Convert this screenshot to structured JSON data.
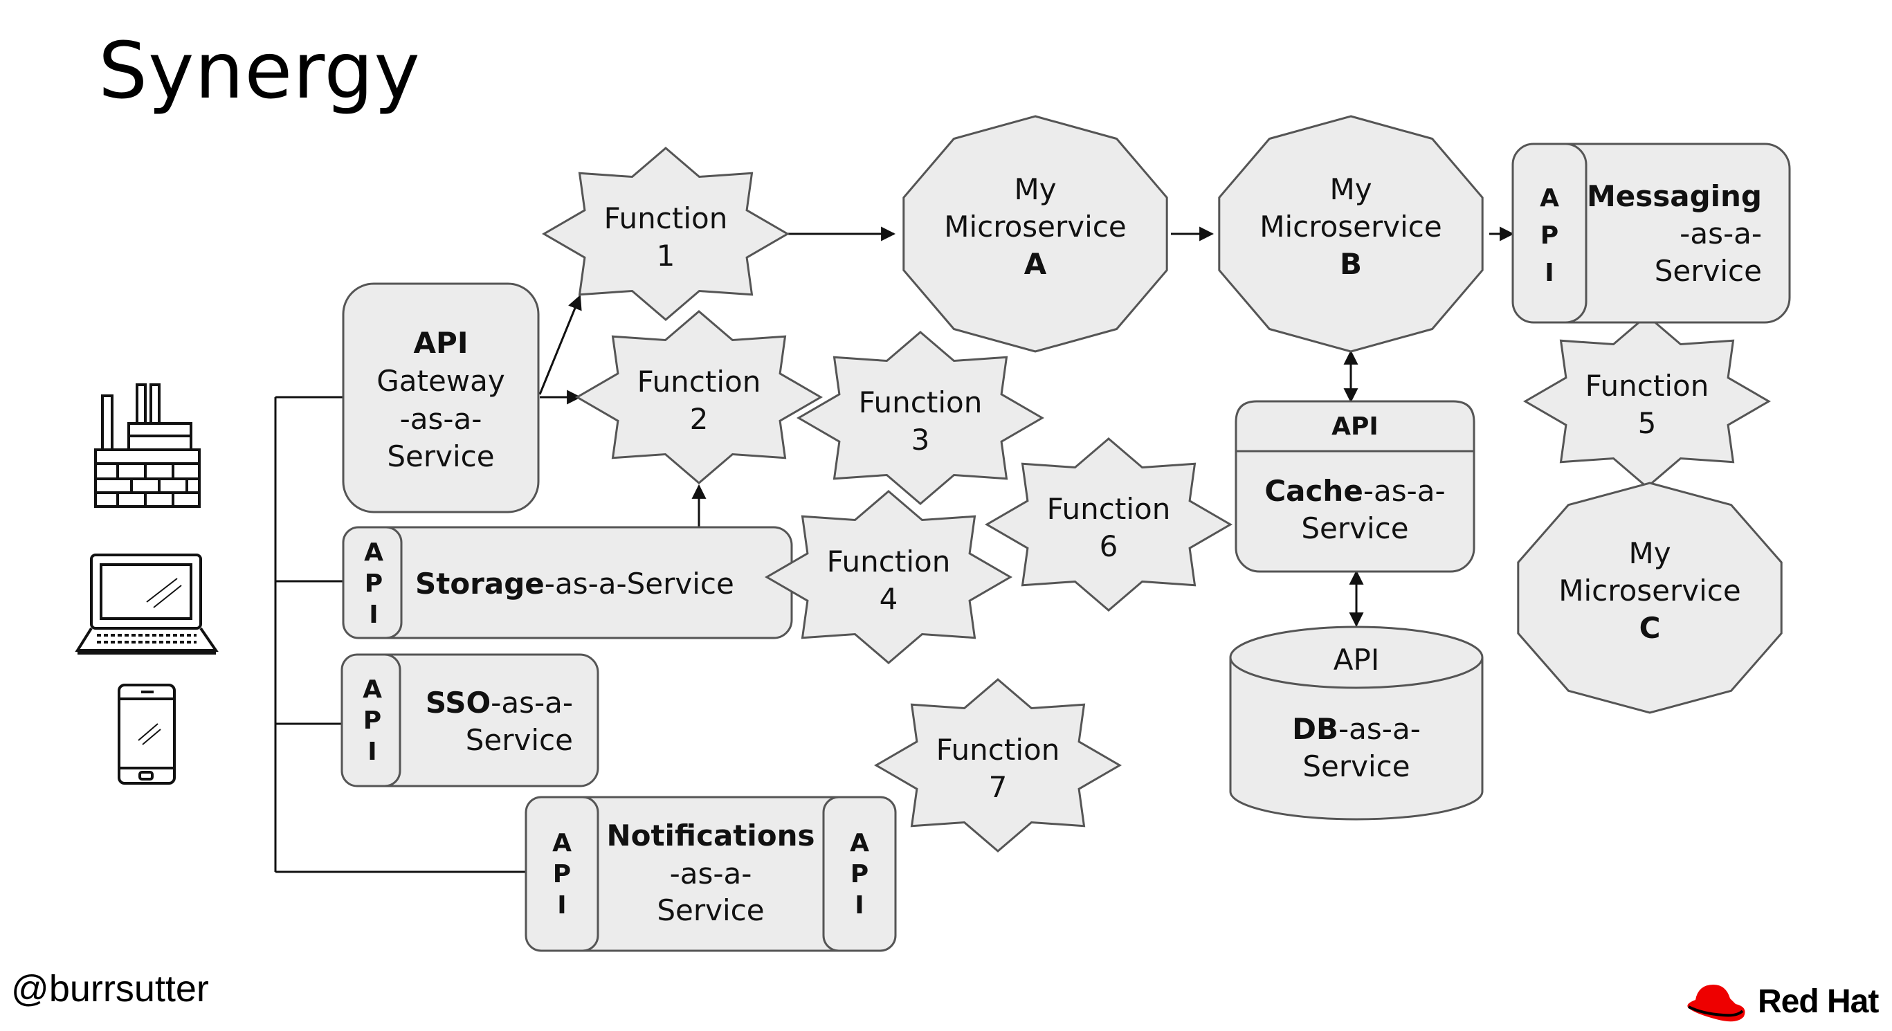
{
  "slide": {
    "title": "Synergy",
    "handle": "@burrsutter",
    "brand": "Red Hat"
  },
  "clients": {
    "factory": "factory-icon",
    "laptop": "laptop-icon",
    "phone": "smartphone-icon"
  },
  "gateway": {
    "bold": "API",
    "line2": "Gateway",
    "line3": "-as-a-",
    "line4": "Service"
  },
  "storage": {
    "api": [
      "A",
      "P",
      "I"
    ],
    "bold": "Storage",
    "rest": "-as-a-Service"
  },
  "sso": {
    "api": [
      "A",
      "P",
      "I"
    ],
    "bold": "SSO",
    "rest": "-as-a-",
    "line2": "Service"
  },
  "notifications": {
    "api_left": [
      "A",
      "P",
      "I"
    ],
    "api_right": [
      "A",
      "P",
      "I"
    ],
    "bold": "Notifications",
    "line2": "-as-a-",
    "line3": "Service"
  },
  "functions": [
    {
      "label": "Function",
      "num": "1"
    },
    {
      "label": "Function",
      "num": "2"
    },
    {
      "label": "Function",
      "num": "3"
    },
    {
      "label": "Function",
      "num": "4"
    },
    {
      "label": "Function",
      "num": "5"
    },
    {
      "label": "Function",
      "num": "6"
    },
    {
      "label": "Function",
      "num": "7"
    }
  ],
  "microservices": [
    {
      "line1": "My",
      "line2": "Microservice",
      "letter": "A"
    },
    {
      "line1": "My",
      "line2": "Microservice",
      "letter": "B"
    },
    {
      "line1": "My",
      "line2": "Microservice",
      "letter": "C"
    }
  ],
  "messaging": {
    "api": [
      "A",
      "P",
      "I"
    ],
    "bold": "Messaging",
    "line2": "-as-a-",
    "line3": "Service"
  },
  "cache": {
    "api": "API",
    "bold": "Cache",
    "rest": "-as-a-",
    "line2": "Service"
  },
  "db": {
    "api": "API",
    "bold": "DB",
    "rest": "-as-a-",
    "line2": "Service"
  }
}
